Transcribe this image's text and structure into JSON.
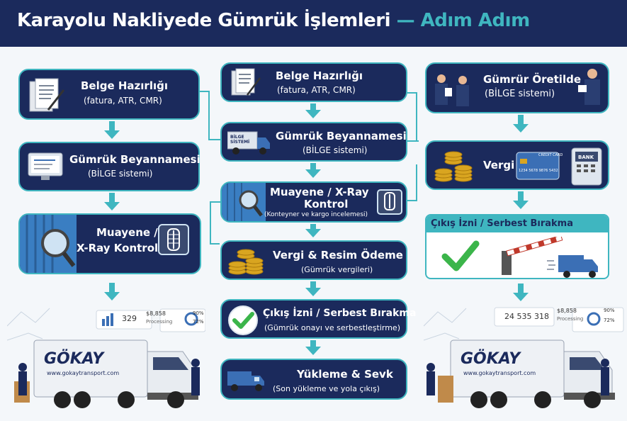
{
  "header": {
    "title_main": "Karayolu Nakliyede Gümrük İşlemleri",
    "dash": " — ",
    "title_accent": "Adım Adım"
  },
  "left": {
    "step1": {
      "title": "Belge Hazırlığı",
      "sub": "(fatura, ATR, CMR)"
    },
    "step2": {
      "title": "Gümrük Beyannamesi",
      "sub": "(BİLGE sistemi)"
    },
    "step3": {
      "title": "Muayene /",
      "title2": "X-Ray Kontrol"
    },
    "truck": {
      "brand": "GÖKAY",
      "site": "www.gokaytransport.com",
      "dash_value": "329",
      "dash_money": "$8,858",
      "dash_caption": "Processing",
      "dash_pct1": "90%",
      "dash_pct2": "72%"
    }
  },
  "center": {
    "step1": {
      "title": "Belge Hazırlığı",
      "sub": "(fatura, ATR, CMR)"
    },
    "step2": {
      "title": "Gümrük Beyannamesi",
      "sub": "(BİLGE sistemi)",
      "icon_label": "BİLGE SİSTEMİ"
    },
    "step3": {
      "title": "Muayene / X-Ray",
      "title2": "Kontrol",
      "sub": "(Konteyner ve kargo incelemesi)"
    },
    "step4": {
      "title": "Vergi & Resim Ödeme",
      "sub": "(Gümrük vergileri)"
    },
    "step5": {
      "title": "Çıkış İzni / Serbest Bırakma",
      "sub": "(Gümrük onayı ve serbestleştirme)"
    },
    "step6": {
      "title": "Yükleme & Sevk",
      "sub": "(Son yükleme ve yola çıkış)"
    }
  },
  "right": {
    "step1": {
      "title": "Gümrür Öretilde",
      "sub": "(BİLGE sistemi)"
    },
    "step2": {
      "title": "Vergi",
      "card_label": "CREDIT CARD",
      "card_number": "1234 5678 9876 5432",
      "atm_label": "BANK"
    },
    "step3": {
      "title": "Çıkış İzni / Serbest Bırakma"
    },
    "truck": {
      "brand": "GÖKAY",
      "site": "www.gokaytransport.com",
      "dash_value": "24 535 318",
      "dash_money": "$8,858",
      "dash_caption": "Processing",
      "dash_pct1": "90%",
      "dash_pct2": "72%"
    }
  },
  "colors": {
    "navy": "#1b2a5c",
    "teal": "#3fb6c0",
    "gold": "#d9a520",
    "green": "#3bb54a"
  }
}
